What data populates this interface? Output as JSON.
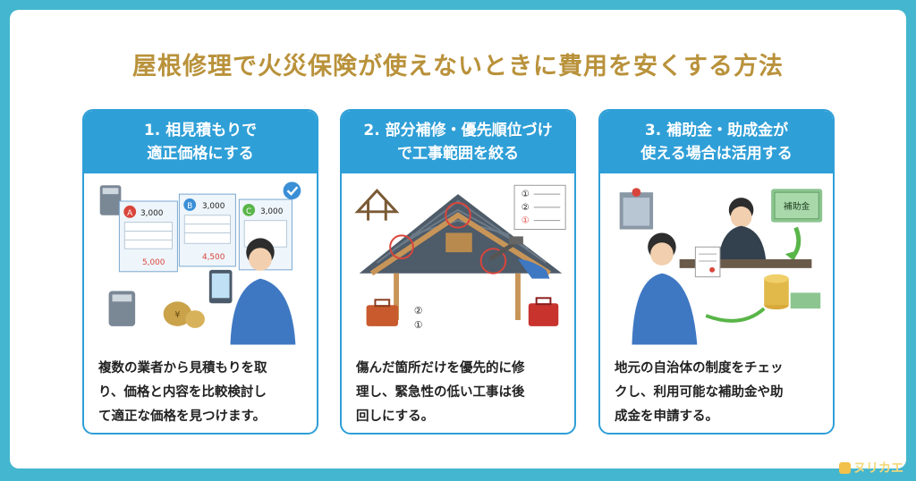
{
  "title": "屋根修理で火災保険が使えないときに費用を安くする方法",
  "cards": [
    {
      "head_line1": "1. 相見積もりで",
      "head_line2": "適正価格にする",
      "body_lines": [
        "複数の業者から見積もりを取",
        "り、価格と内容を比較検討し",
        "て適正な価格を見つけます。"
      ],
      "quotes": [
        {
          "badge": "A",
          "amount": "3,000",
          "total": "5,000",
          "color": "#d9453b"
        },
        {
          "badge": "B",
          "amount": "3,000",
          "total": "4,500",
          "color": "#3a8fd6"
        },
        {
          "badge": "C",
          "amount": "3,000",
          "total": "",
          "color": "#59b548"
        }
      ]
    },
    {
      "head_line1": "2. 部分補修・優先順位づけ",
      "head_line2": "で工事範囲を絞る",
      "body_lines": [
        "傷んだ箇所だけを優先的に修",
        "理し、緊急性の低い工事は後",
        "回しにする。"
      ],
      "checklist": [
        "①",
        "②",
        "①"
      ],
      "toolbox_marks": [
        "②",
        "①"
      ]
    },
    {
      "head_line1": "3. 補助金・助成金が",
      "head_line2": "使える場合は活用する",
      "body_lines": [
        "地元の自治体の制度をチェッ",
        "クし、利用可能な補助金や助",
        "成金を申請する。"
      ],
      "money_label": "補助金"
    }
  ],
  "brand": "ヌリカエ",
  "colors": {
    "accent": "#2f9fd7",
    "title": "#b9923b",
    "frame": "#44b6cf"
  }
}
